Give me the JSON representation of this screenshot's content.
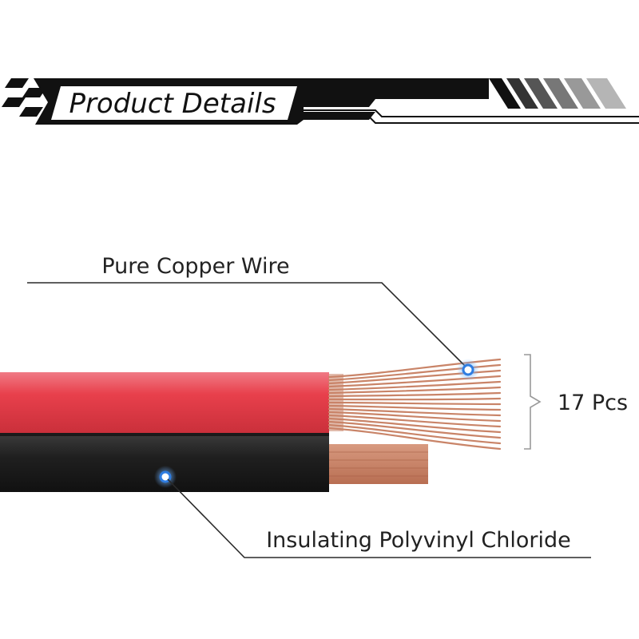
{
  "header": {
    "title": "Product Details"
  },
  "callouts": {
    "copper": "Pure Copper Wire",
    "insulation": "Insulating Polyvinyl Chloride",
    "strand_count": "17 Pcs"
  },
  "colors": {
    "red_jacket": "#e8404c",
    "black_jacket": "#1c1c1c",
    "copper": "#c98468",
    "marker": "#2f7de1",
    "line": "#2a2a2a"
  }
}
